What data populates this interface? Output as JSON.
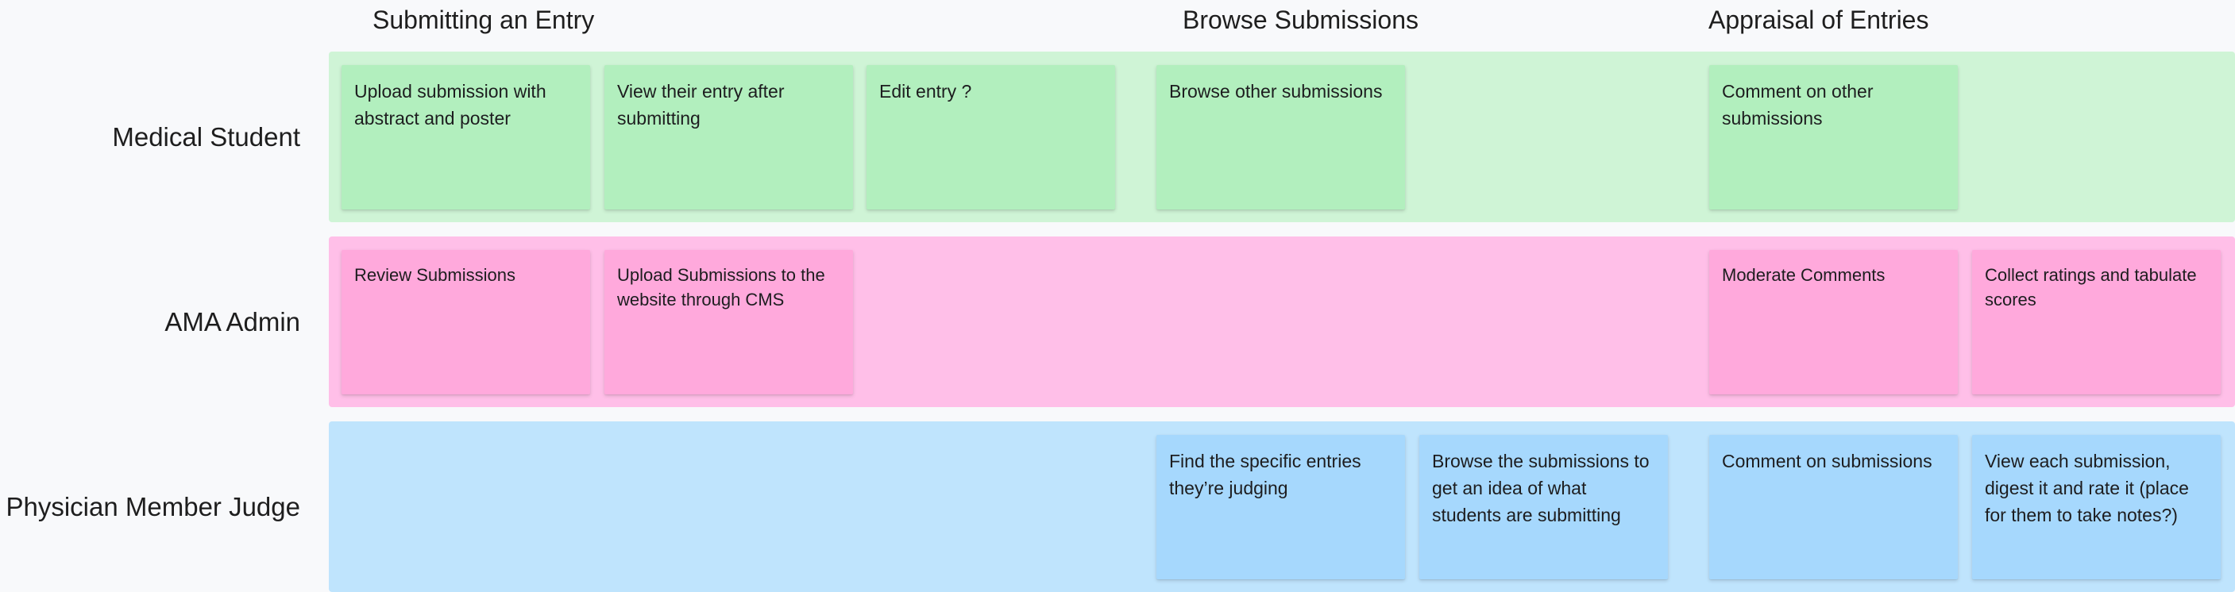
{
  "columns": [
    {
      "title": "Submitting an Entry"
    },
    {
      "title": "Browse Submissions"
    },
    {
      "title": "Appraisal of Entries"
    }
  ],
  "lanes": [
    {
      "label": "Medical Student",
      "color": "#cff4d6",
      "card_color": "#b2efbe",
      "cards": [
        "Upload submission with abstract and poster",
        "View their entry after submitting",
        "Edit entry ?",
        "Browse other submissions",
        "Comment on other submissions"
      ]
    },
    {
      "label": "AMA Admin",
      "color": "#ffbfe8",
      "card_color": "#ffa9dc",
      "cards": [
        "Review Submissions",
        "Upload Submissions to the website through CMS",
        "Moderate Comments",
        "Collect ratings and tabulate scores"
      ]
    },
    {
      "label": "Physician Member Judge",
      "color": "#bfe4fd",
      "card_color": "#a6d8fd",
      "cards": [
        "Find the specific entries they’re judging",
        "Browse the submissions to get an idea of what students are submitting",
        "Comment on submissions",
        "View each submission, digest it and rate it (place for them to take notes?)"
      ]
    }
  ]
}
